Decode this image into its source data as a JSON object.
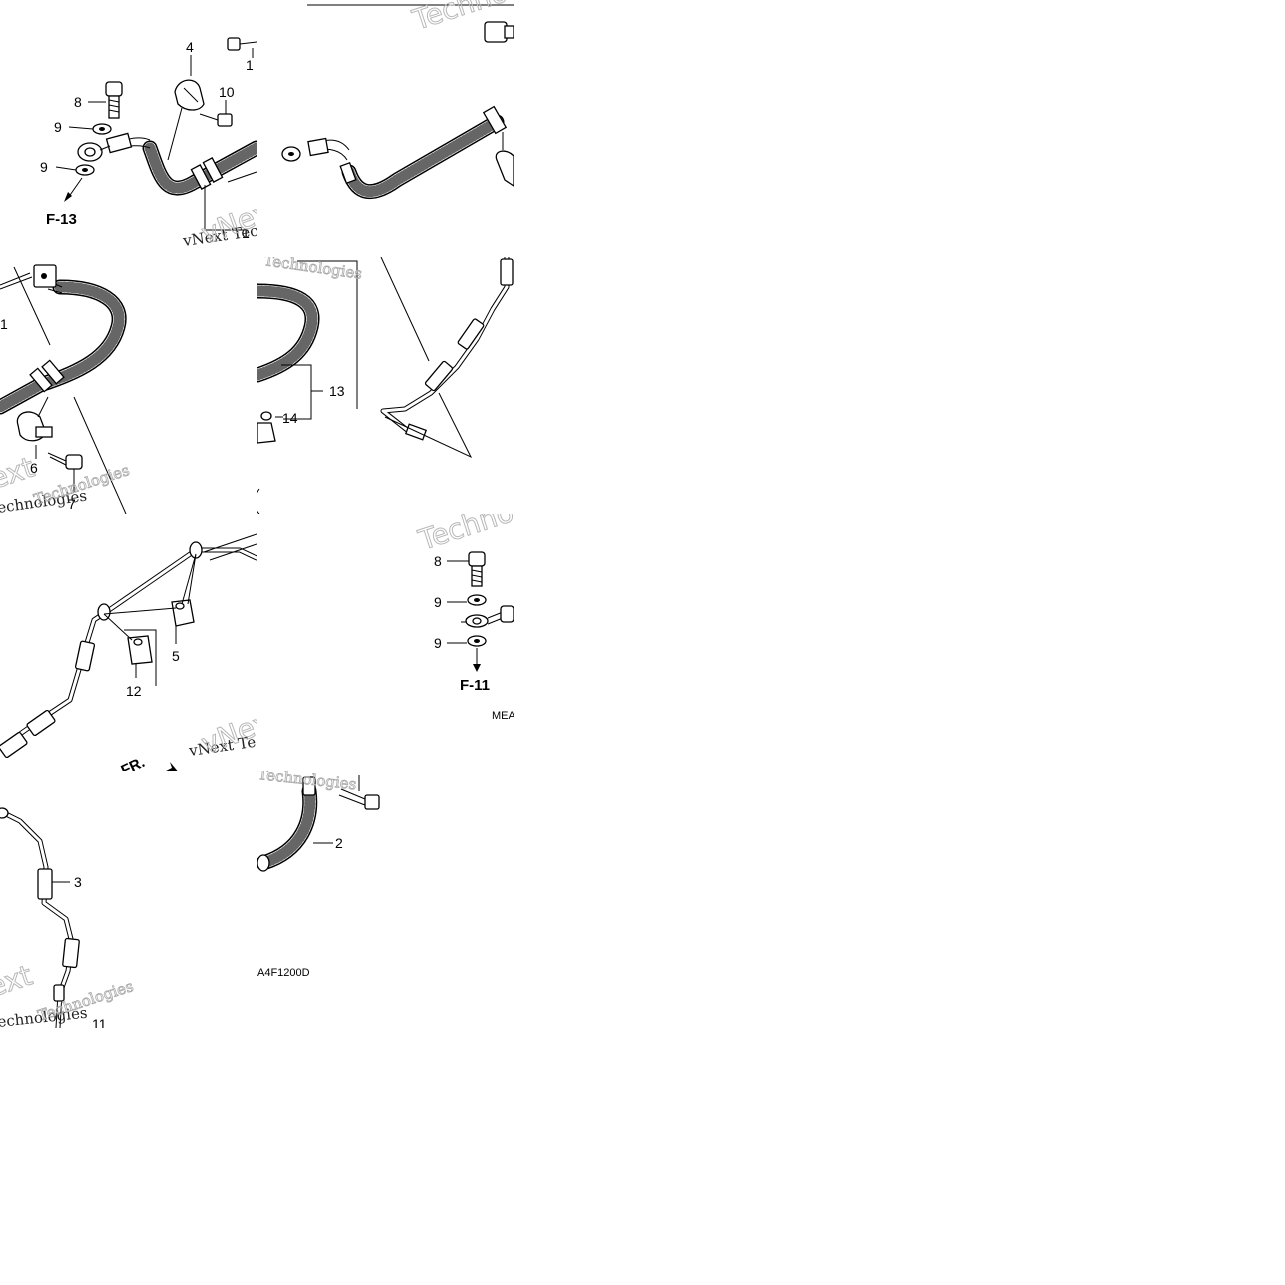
{
  "watermarks": {
    "technologies": "Technologies",
    "vnext_tec": "vNext Tec",
    "vnext": "vNext",
    "technologies_serif": "Technologies",
    "echnologies": "echnologies",
    "ext": "ext"
  },
  "callouts": {
    "n1": "1",
    "n2": "2",
    "n3": "3",
    "n4": "4",
    "n5": "5",
    "n6": "6",
    "n7": "7",
    "n8": "8",
    "n9": "9",
    "n10": "10",
    "n11": "11",
    "n12": "12",
    "n13": "13",
    "n14": "14"
  },
  "references": {
    "f13": "F-13",
    "f11": "F-11",
    "fr": "FR."
  },
  "codes": {
    "diagram_code_a": "MEA",
    "diagram_code_b": "A4F1200D"
  }
}
